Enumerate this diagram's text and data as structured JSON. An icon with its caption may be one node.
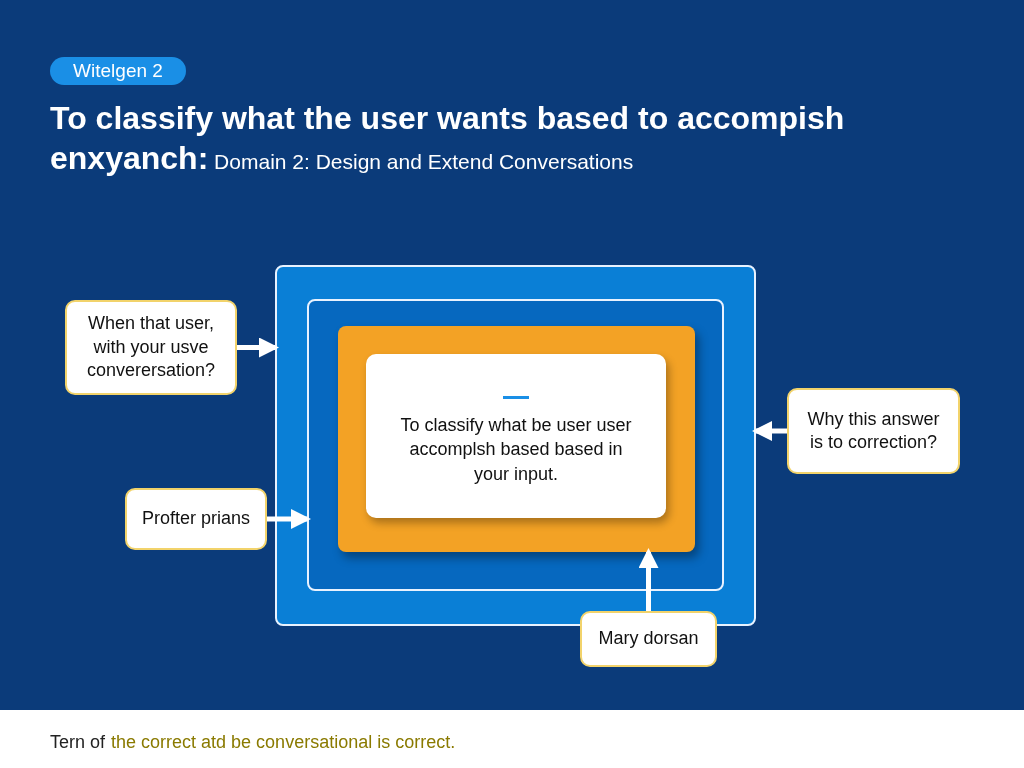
{
  "diagram": {
    "title": "**To classify what the user wants based to accompish enxyanch:** Domain 2: Design and Extend Conversations",
    "nodes": [
      {
        "text": [
          "Witelgen 2"
        ]
      },
      {
        "text": [],
        "shape": "box"
      },
      {
        "text": [],
        "shape": "box",
        "in": 1
      },
      {
        "text": [],
        "shape": "box",
        "in": 2
      },
      {
        "text": [
          "To classify what be user user accomplsh based based in your input."
        ],
        "in": 3
      },
      {
        "text": [
          "When that user, with your usve converersation?"
        ]
      },
      {
        "text": [
          "Profter prians"
        ]
      },
      {
        "text": [
          "Why this answer is to correction?"
        ]
      },
      {
        "text": [
          "Mary dorsan"
        ]
      }
    ],
    "edges": [
      {
        "from": 5,
        "to": 1,
        "arrow": "to"
      },
      {
        "from": 6,
        "to": 2,
        "arrow": "to"
      },
      {
        "from": 7,
        "to": 1,
        "arrow": "to"
      },
      {
        "from": 8,
        "to": 3,
        "arrow": "to"
      }
    ],
    "labels": [
      "Tern of",
      "the correct atd be conversational is correct."
    ]
  }
}
